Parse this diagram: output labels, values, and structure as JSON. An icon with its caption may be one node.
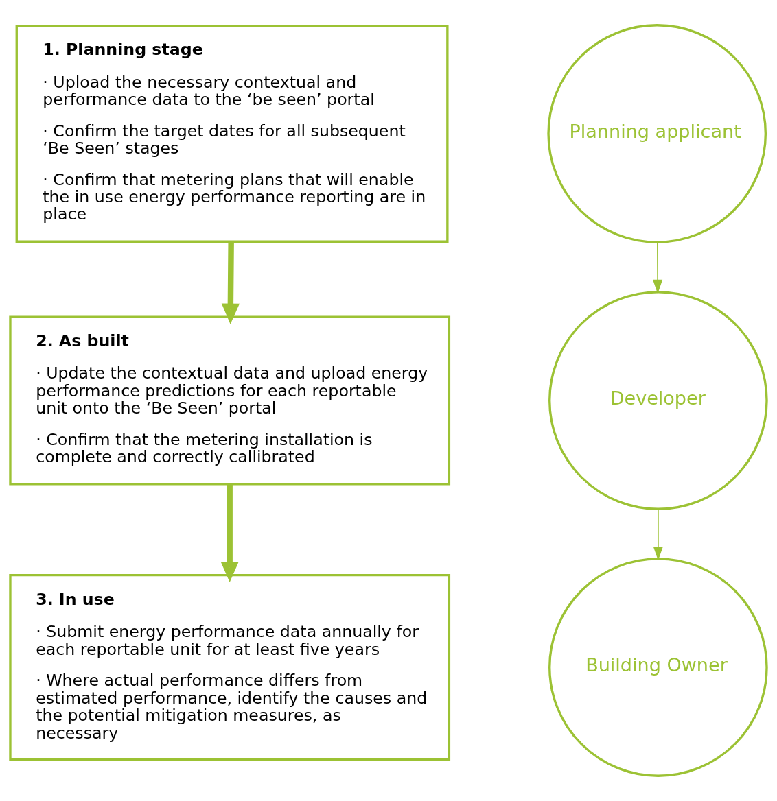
{
  "diagram": {
    "nodes": [
      {
        "text": [
          "1. Planning stage",
          "· Upload the necessary contextual and performance data to the ‘be seen’ portal",
          "· Confirm the target dates for all subsequent ‘Be Seen’ stages",
          "· Confirm that metering plans that will enable the in use energy performance reporting are in place"
        ]
      },
      {
        "text": [
          "2. As built",
          "· Update the contextual data and upload energy performance predictions for each reportable unit onto the ‘Be Seen’ portal",
          "· Confirm that the metering installation is complete and correctly callibrated"
        ]
      },
      {
        "text": [
          "3. In use",
          "· Submit energy performance data annually for each reportable unit for at least five years",
          "· Where actual performance differs from estimated performance, identify the causes and the potential mitigation measures, as necessary"
        ]
      },
      {
        "text": [
          "Planning applicant"
        ]
      },
      {
        "text": [
          "Developer"
        ]
      },
      {
        "text": [
          "Building Owner"
        ]
      }
    ],
    "edges": [
      {
        "from": 0,
        "to": 1,
        "arrow": "to",
        "style": "thick"
      },
      {
        "from": 1,
        "to": 2,
        "arrow": "to",
        "style": "thick"
      },
      {
        "from": 3,
        "to": 4,
        "arrow": "to"
      },
      {
        "from": 4,
        "to": 5,
        "arrow": "to"
      }
    ]
  }
}
